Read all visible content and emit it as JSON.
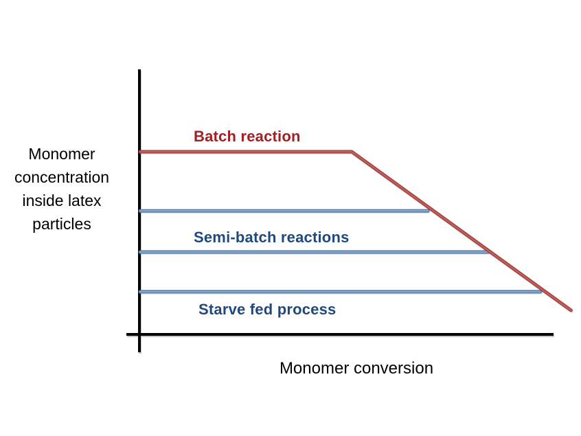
{
  "figure": {
    "background_color": "#ffffff",
    "axis_color": "#000000"
  },
  "chart_data": {
    "type": "line",
    "title": "",
    "xlabel": "Monomer conversion",
    "ylabel": "Monomer concentration inside latex particles",
    "xlim": [
      0,
      1.05
    ],
    "ylim": [
      0,
      1
    ],
    "grid": false,
    "legend_position": "inline-annotations",
    "x_axis_ticks": [],
    "y_axis_ticks": [],
    "series": [
      {
        "id": "semi-batch-1",
        "name": "Semi-batch reactions",
        "color_edge": "#54779e",
        "color_core": "#84a8d0",
        "points": [
          [
            0,
            0.466
          ],
          [
            0.696,
            0.466
          ]
        ]
      },
      {
        "id": "semi-batch-2",
        "name": "Semi-batch reactions",
        "color_edge": "#54779e",
        "color_core": "#84a8d0",
        "points": [
          [
            0,
            0.311
          ],
          [
            0.844,
            0.311
          ]
        ]
      },
      {
        "id": "starve-fed",
        "name": "Starve fed process",
        "color_edge": "#54779e",
        "color_core": "#84a8d0",
        "points": [
          [
            0,
            0.161
          ],
          [
            0.968,
            0.161
          ]
        ]
      },
      {
        "id": "batch",
        "name": "Batch reaction",
        "color_edge": "#9e3d39",
        "color_core": "#c05f5b",
        "points": [
          [
            0,
            0.689
          ],
          [
            0.512,
            0.689
          ],
          [
            1.042,
            0.091
          ]
        ]
      }
    ],
    "annotations": [
      {
        "text": "Batch reaction",
        "color": "#a21f22"
      },
      {
        "text": "Semi-batch reactions",
        "color": "#1f497d"
      },
      {
        "text": "Starve fed process",
        "color": "#1f497d"
      }
    ]
  }
}
